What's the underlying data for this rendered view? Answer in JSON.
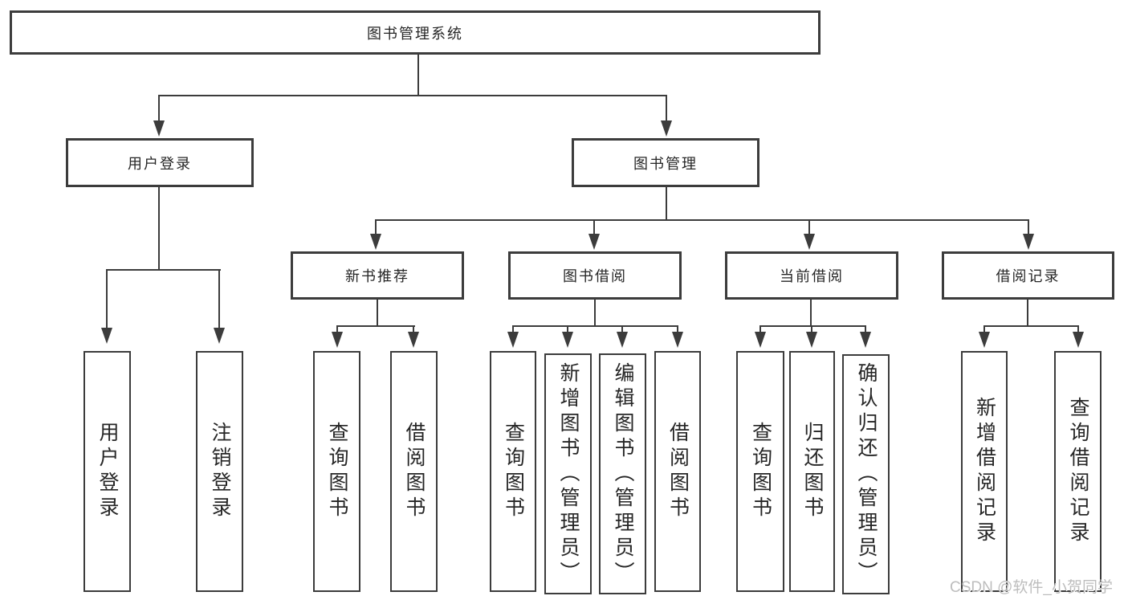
{
  "tree": {
    "root": "图书管理系统",
    "user_login": {
      "label": "用户登录",
      "children": [
        "用户登录",
        "注销登录"
      ]
    },
    "book_mgmt": {
      "label": "图书管理",
      "sections": [
        {
          "label": "新书推荐",
          "children": [
            "查询图书",
            "借阅图书"
          ]
        },
        {
          "label": "图书借阅",
          "children": [
            "查询图书",
            "新增图书（管理员）",
            "编辑图书（管理员）",
            "借阅图书"
          ]
        },
        {
          "label": "当前借阅",
          "children": [
            "查询图书",
            "归还图书",
            "确认归还（管理员）"
          ]
        },
        {
          "label": "借阅记录",
          "children": [
            "新增借阅记录",
            "查询借阅记录"
          ]
        }
      ]
    }
  },
  "colors": {
    "line": "#3c3c3c",
    "text": "#262626",
    "watermark": "#bdbdbd"
  },
  "watermark": "CSDN @软件_小贺同学"
}
